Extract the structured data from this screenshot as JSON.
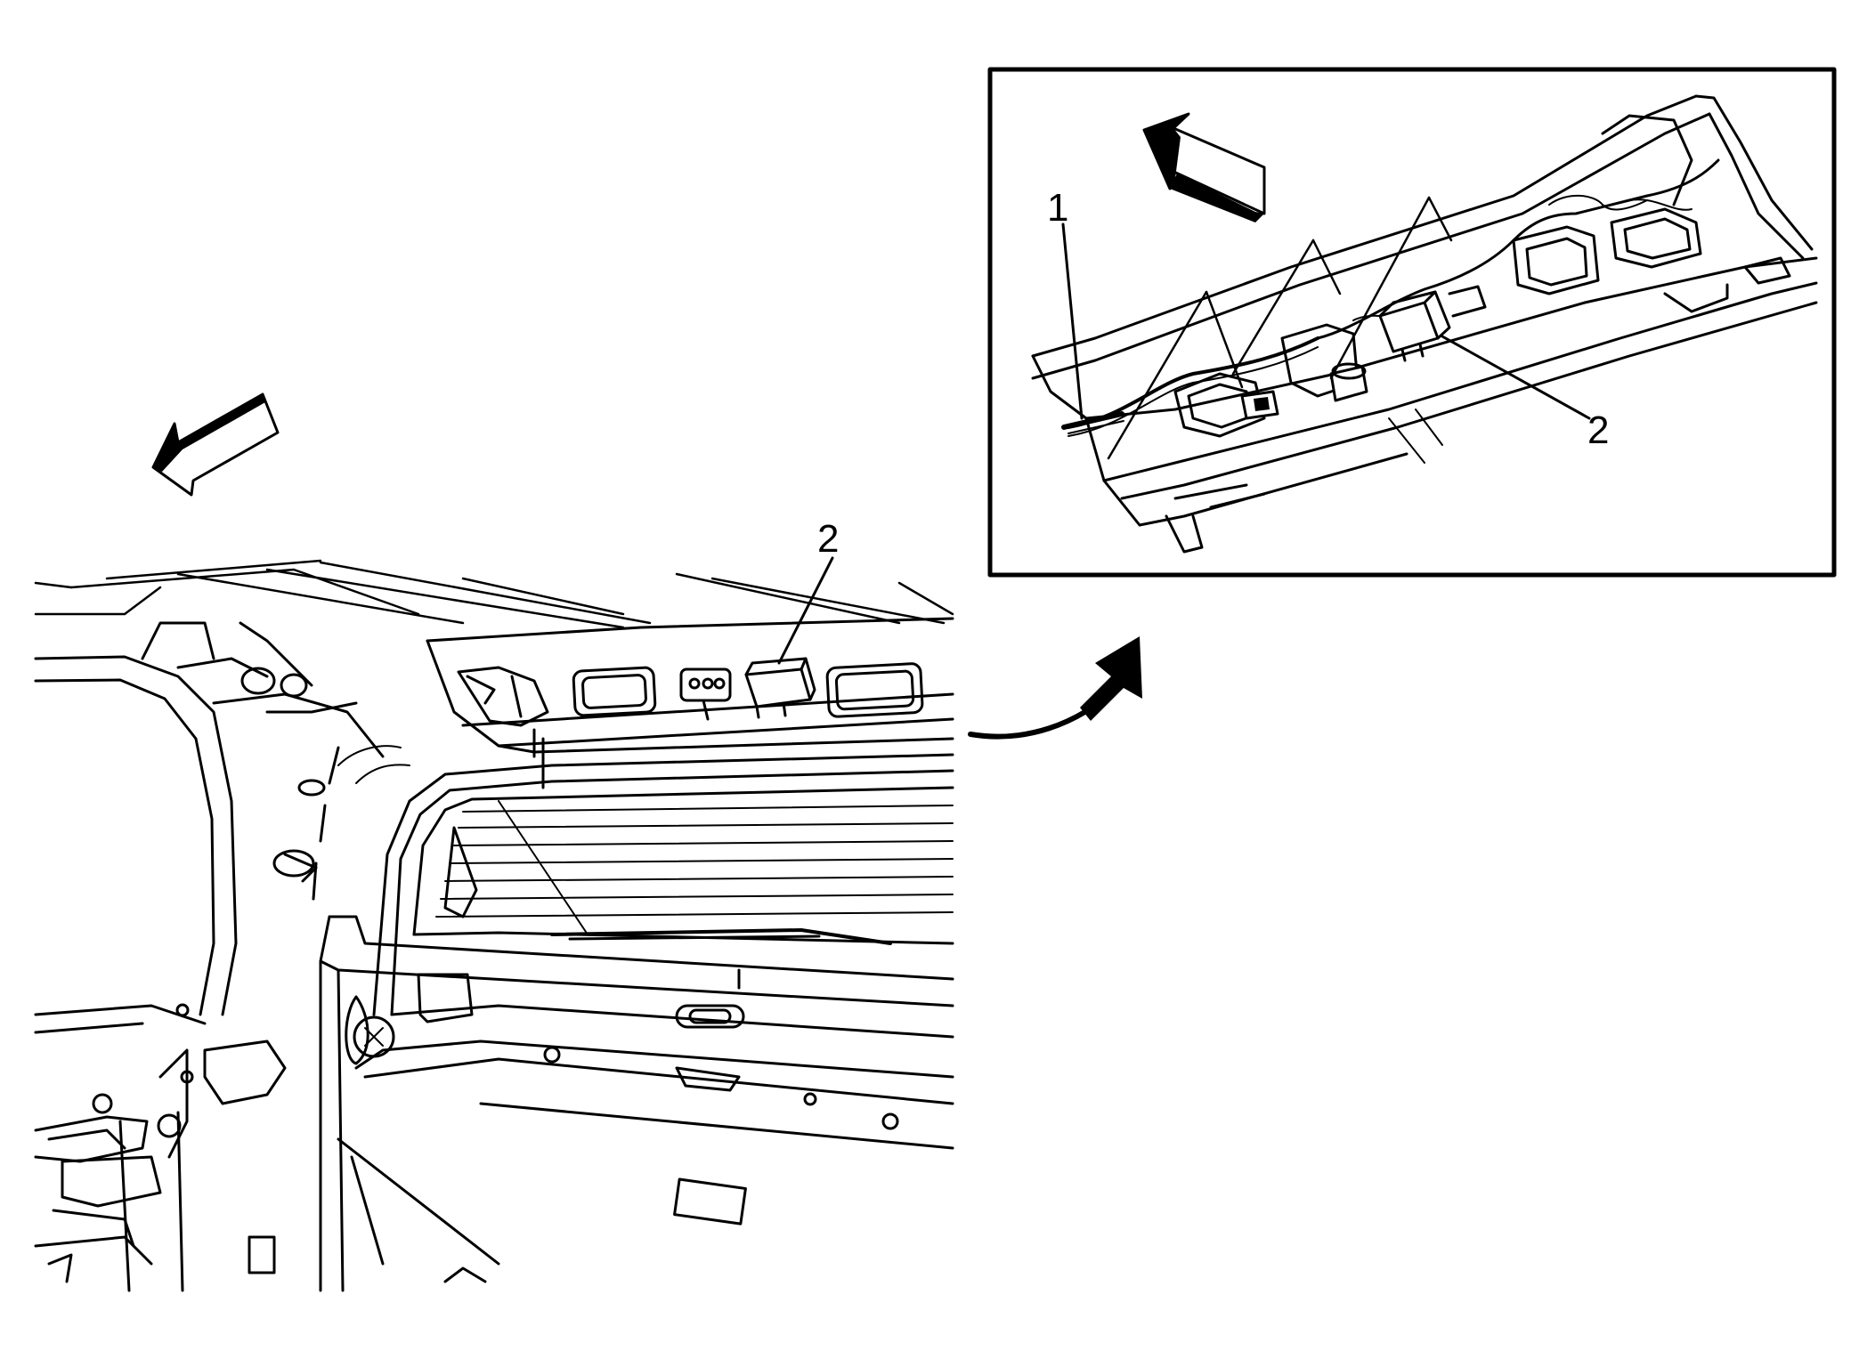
{
  "diagram": {
    "callouts": [
      {
        "id": "main-2",
        "label": "2"
      },
      {
        "id": "inset-1",
        "label": "1"
      },
      {
        "id": "inset-2",
        "label": "2"
      }
    ],
    "colors": {
      "line": "#000000",
      "background": "#ffffff"
    },
    "icons": [
      "direction-arrow-icon",
      "transition-arrow-icon"
    ]
  }
}
